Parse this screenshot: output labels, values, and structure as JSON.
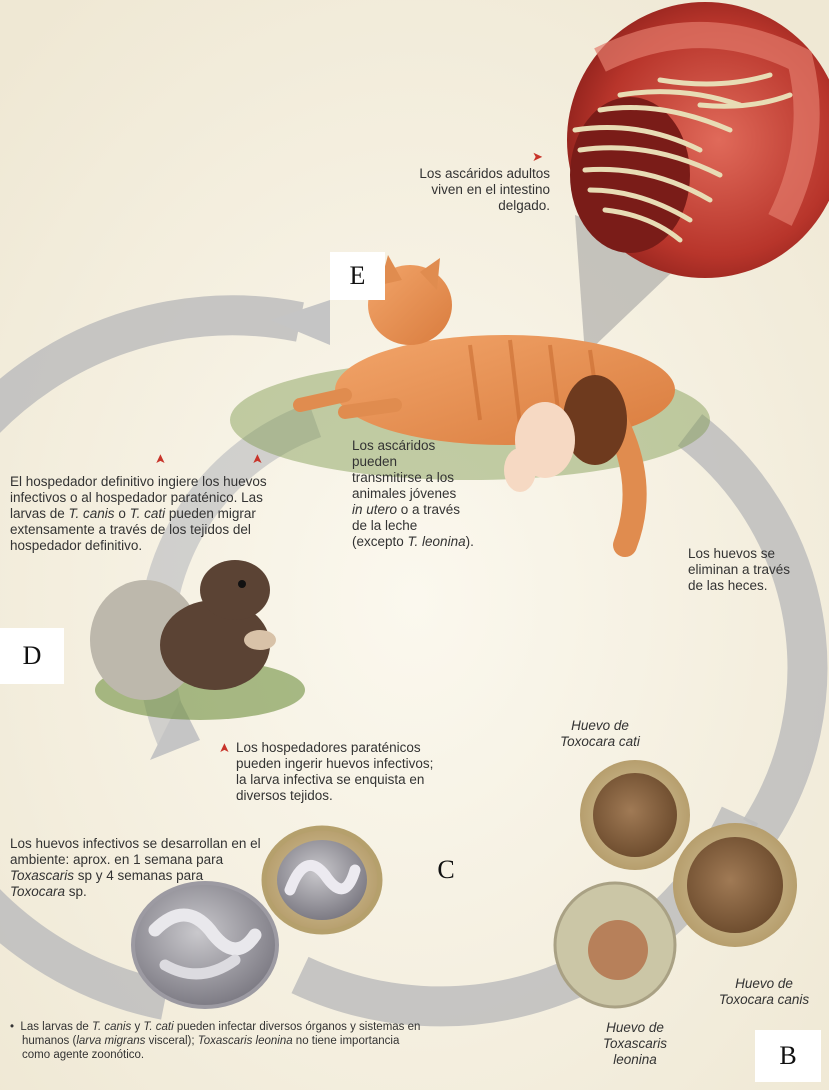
{
  "letters": {
    "e": "E",
    "d": "D",
    "c": "C",
    "b": "B"
  },
  "adults_text": [
    "Los ascáridos adultos",
    "viven en el intestino",
    "delgado."
  ],
  "transmit_text": [
    "Los ascáridos",
    "pueden",
    "transmitirse a los",
    "animales jóvenes",
    "in utero",
    " o a través",
    "de la leche",
    "(excepto ",
    "T. leonina",
    ")."
  ],
  "feces_text": [
    "Los huevos se",
    "eliminan a través",
    "de las heces."
  ],
  "definitive_text": {
    "line1": "El hospedador definitivo ingiere los huevos",
    "line2": "infectivos o al hospedador paraténico. Las",
    "line3a": "larvas de ",
    "line3b": "T. canis",
    "line3c": " o ",
    "line3d": "T. cati",
    "line3e": " pueden migrar",
    "line4": "extensamente a través de los tejidos del",
    "line5": "hospedador definitivo."
  },
  "paratenic_text": [
    "Los hospedadores paraténicos",
    "pueden ingerir huevos infectivos;",
    "la larva infectiva se enquista en",
    "diversos tejidos."
  ],
  "develop_text": {
    "line1": "Los huevos infectivos se desarrollan en el",
    "line2": "ambiente: aprox. en 1 semana para",
    "line3a": "Toxascaris",
    "line3b": " sp y 4 semanas para",
    "line4a": "Toxocara",
    "line4b": " sp."
  },
  "egg_labels": {
    "cati": [
      "Huevo de",
      "Toxocara cati"
    ],
    "canis": [
      "Huevo de",
      "Toxocara canis"
    ],
    "leonina": [
      "Huevo de",
      "Toxascaris",
      "leonina"
    ]
  },
  "footnote": {
    "a": "Las larvas de ",
    "b": "T. canis",
    "c": " y ",
    "d": "T. cati",
    "e": " pueden infectar diversos órganos y sistemas en",
    "f": "humanos (",
    "g": "larva migrans",
    "h": " visceral); ",
    "i": "Toxascaris leonina",
    "j": " no tiene importancia",
    "k": "como agente zoonótico."
  },
  "marker_symbol": "➤",
  "colors": {
    "accent": "#c8342a",
    "cycle_arrow": "#b9b9b9",
    "intestine": "#c0392b",
    "cat": "#e8955a"
  }
}
